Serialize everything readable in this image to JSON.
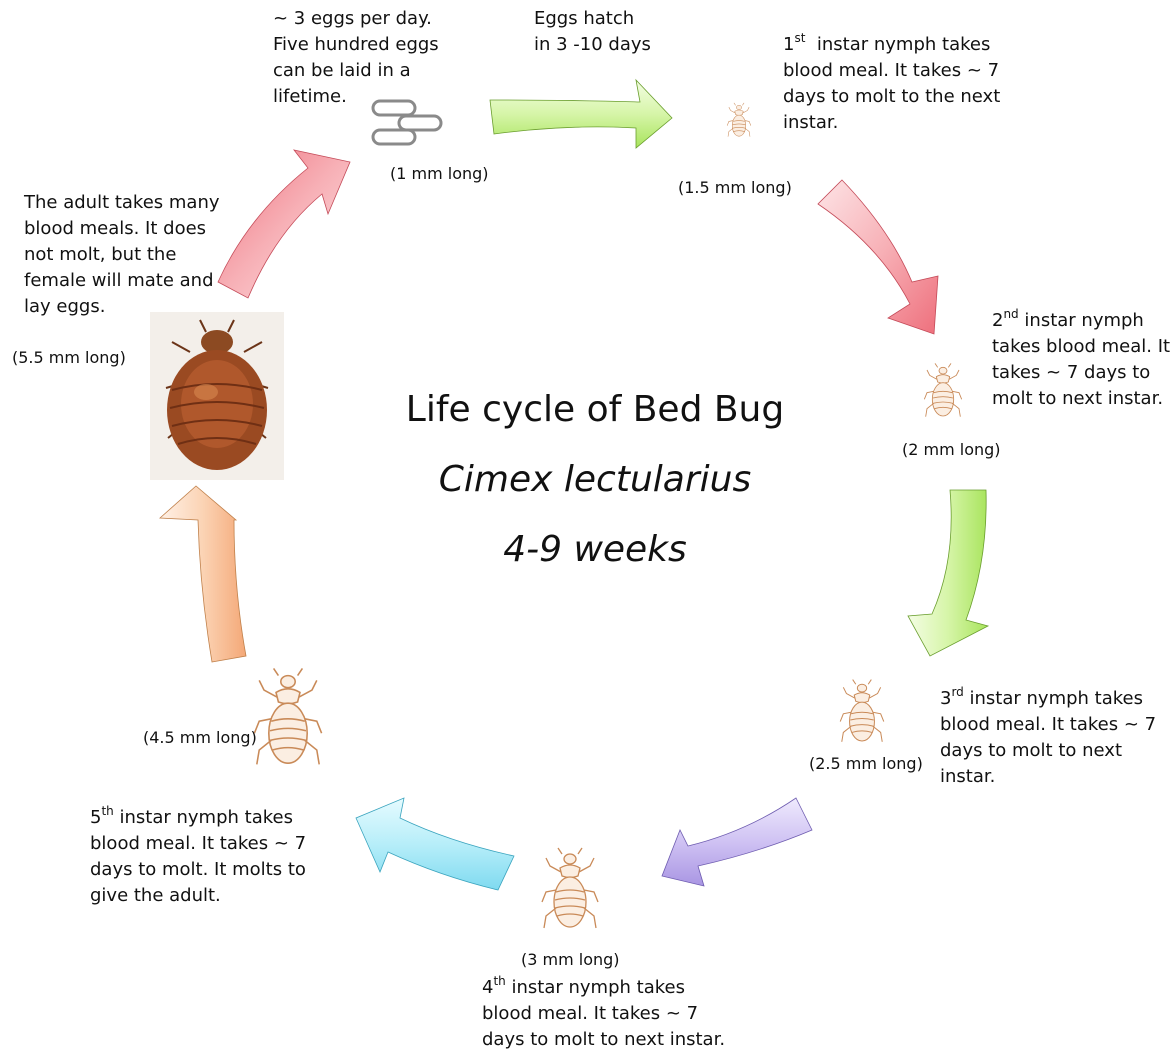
{
  "center": {
    "title": "Life cycle of Bed Bug",
    "species": "Cimex lectularius",
    "duration": "4-9 weeks"
  },
  "eggs": {
    "note_lines": [
      "~ 3 eggs per day.",
      "Five hundred eggs",
      "can be laid in a",
      "lifetime."
    ],
    "size": "(1 mm long)"
  },
  "hatch": {
    "lines": [
      "Eggs hatch",
      "in 3 -10 days"
    ]
  },
  "instar1": {
    "ordinal": "1",
    "suffix": "st",
    "line1_rest": "  instar nymph takes",
    "lines": [
      "blood meal. It takes ~ 7",
      "days to molt to the next",
      "instar."
    ],
    "size": "(1.5 mm long)"
  },
  "instar2": {
    "ordinal": "2",
    "suffix": "nd",
    "line1_rest": " instar nymph",
    "lines": [
      "takes blood meal. It",
      "takes ~ 7 days to",
      "molt to next instar."
    ],
    "size": "(2 mm long)"
  },
  "instar3": {
    "ordinal": "3",
    "suffix": "rd",
    "line1_rest": " instar nymph takes",
    "lines": [
      "blood meal. It takes ~ 7",
      "days to molt to next",
      "instar."
    ],
    "size": "(2.5 mm long)"
  },
  "instar4": {
    "ordinal": "4",
    "suffix": "th",
    "line1_rest": " instar nymph takes",
    "lines": [
      "blood meal. It takes ~ 7",
      "days to molt to next instar."
    ],
    "size": "(3 mm long)"
  },
  "instar5": {
    "ordinal": "5",
    "suffix": "th",
    "line1_rest": " instar nymph takes",
    "lines": [
      "blood meal. It takes ~ 7",
      "days to molt. It molts to",
      "give the adult."
    ],
    "size": "(4.5 mm long)"
  },
  "adult": {
    "lines": [
      "The adult takes many",
      "blood meals. It does",
      "not molt, but the",
      "female will mate and",
      "lay eggs."
    ],
    "size": "(5.5 mm long)"
  },
  "colors": {
    "green": "#b8ee70",
    "pink": "#f07a86",
    "lavender": "#b6a6e8",
    "cyan": "#8fe2f4",
    "peach": "#f7b98f",
    "bug_outline": "#c98a58"
  }
}
